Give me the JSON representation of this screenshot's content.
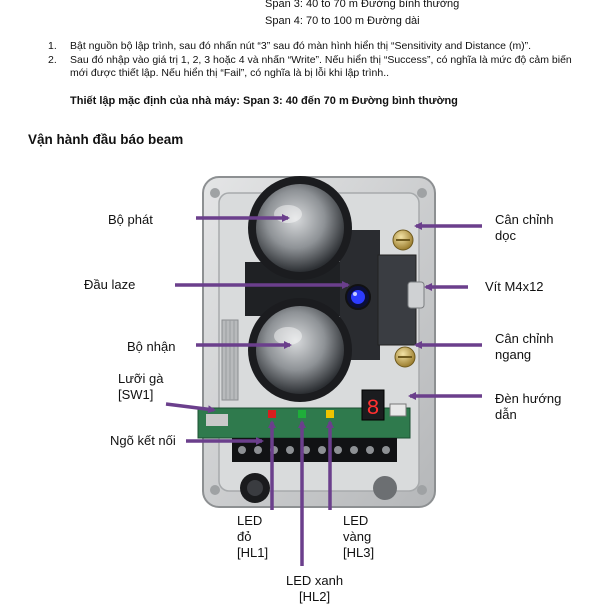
{
  "spans": [
    "Span 3: 40 to 70 m Đường bình thường",
    "Span 4: 70 to 100 m Đường dài"
  ],
  "steps": [
    {
      "num": "1.",
      "text": "Bật nguồn bộ lập trình, sau đó nhấn nút  “3” sau đó màn hình hiển thị “Sensitivity and Distance (m)”."
    },
    {
      "num": "2.",
      "text": "Sau đó nhập vào giá trị 1,  2,  3 hoặc 4 và nhấn “Write”. Nếu hiển thị “Success”,  có nghĩa là mức độ cảm biến mới được thiết lập. Nếu hiển thị “Fail”, có nghĩa là bị lỗi khi lập trình.."
    }
  ],
  "default_setting": "Thiết lập mặc định của nhà máy: Span 3: 40 đến 70 m Đường bình thường",
  "section_title": "Vận hành đầu báo beam",
  "labels": {
    "transmitter": "Bộ phát",
    "laser": "Đầu laze",
    "receiver": "Bộ nhận",
    "mesh_l1": "Lưỡi gà",
    "mesh_l2": "[SW1]",
    "connector": "Ngõ kết nối",
    "red_led_l1": "LED",
    "red_led_l2": "đỏ",
    "red_led_l3": "[HL1]",
    "yellow_led_l1": "LED",
    "yellow_led_l2": "vàng",
    "yellow_led_l3": "[HL3]",
    "green_led_l1": "LED xanh",
    "green_led_l2": "[HL2]",
    "vertical_adj_l1": "Cân chỉnh",
    "vertical_adj_l2": "dọc",
    "screw": "Vít M4x12",
    "horizontal_adj_l1": "Cân chỉnh",
    "horizontal_adj_l2": "ngang",
    "guide_led_l1": "Đèn hướng",
    "guide_led_l2": "dẫn"
  },
  "display_digit": "8",
  "colors": {
    "arrow": "#6b3f8c",
    "pcb": "#2f7a4d",
    "housing": "#c9cbcd"
  }
}
